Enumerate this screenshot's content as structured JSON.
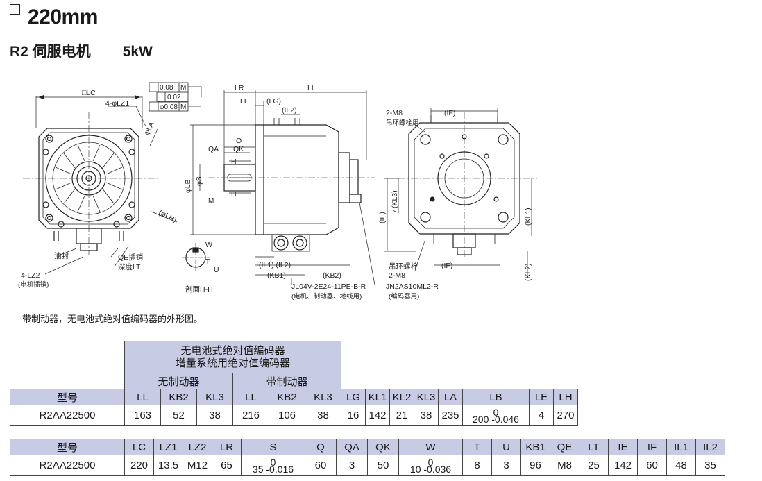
{
  "header": {
    "title": "220mm",
    "subtitle_series": "R2 伺服电机",
    "subtitle_power": "5kW"
  },
  "drawing": {
    "lc": "□LC",
    "lz1": "4-φLZ1",
    "la": "φLA",
    "lh": "(φLH)",
    "oil_seal": "油封",
    "qe_pin": "QE插销",
    "depth_lt": "深度LT",
    "lz2": "4-LZ2",
    "motor_pin": "(电机插销)",
    "tol1": "0.08",
    "tol2": "0.02",
    "tol3": "φ0.08",
    "datum": "M",
    "lr": "LR",
    "ll": "LL",
    "le": "LE",
    "lg": "(LG)",
    "il2": "(IL2)",
    "q": "Q",
    "qa": "QA",
    "qk": "QK",
    "h": "H",
    "lb": "φLB",
    "s": "φS",
    "il1_il2": "(IL1) (IL2)",
    "kb1": "(KB1)",
    "kb2": "(KB2)",
    "conn1": "JL04V-2E24-11PE-B-R",
    "conn1_desc": "(电机、制动器、地线用)",
    "conn2": "JN2AS10ML2-R",
    "conn2_desc": "(编码器用)",
    "w": "W",
    "t": "T",
    "u": "U",
    "section": "剖面H-H",
    "m8": "2-M8",
    "eye_bolt": "吊环螺栓用",
    "if_label": "(IF)",
    "kl3": "(KL3)",
    "seven": "7",
    "ie": "(IE)",
    "kl1": "(KL1)",
    "kl2": "(KL2)",
    "eye_bolt2": "吊环螺栓",
    "m8b": "2-M8"
  },
  "note": "带制动器，无电池式绝对值编码器的外形图。",
  "table1": {
    "group_title_1": "无电池式绝对值编码器",
    "group_title_2": "增量系统用绝对值编码器",
    "no_brake": "无制动器",
    "with_brake": "带制动器",
    "headers": [
      "型号",
      "LL",
      "KB2",
      "KL3",
      "LL",
      "KB2",
      "KL3",
      "LG",
      "KL1",
      "KL2",
      "KL3",
      "LA",
      "LB",
      "LE",
      "LH"
    ],
    "row": [
      "R2AA22500",
      "163",
      "52",
      "38",
      "216",
      "106",
      "38",
      "16",
      "142",
      "21",
      "38",
      "235",
      "",
      "4",
      "270"
    ],
    "lb_top": "0",
    "lb_bottom": "200 -0.046"
  },
  "table2": {
    "headers": [
      "型号",
      "LC",
      "LZ1",
      "LZ2",
      "LR",
      "S",
      "Q",
      "QA",
      "QK",
      "W",
      "T",
      "U",
      "KB1",
      "QE",
      "LT",
      "IE",
      "IF",
      "IL1",
      "IL2"
    ],
    "row": [
      "R2AA22500",
      "220",
      "13.5",
      "M12",
      "65",
      "",
      "60",
      "3",
      "50",
      "",
      "8",
      "3",
      "96",
      "M8",
      "25",
      "142",
      "60",
      "48",
      "35"
    ],
    "s_top": "0",
    "s_bottom": "35 -0.016",
    "w_top": "0",
    "w_bottom": "10 -0.036"
  }
}
